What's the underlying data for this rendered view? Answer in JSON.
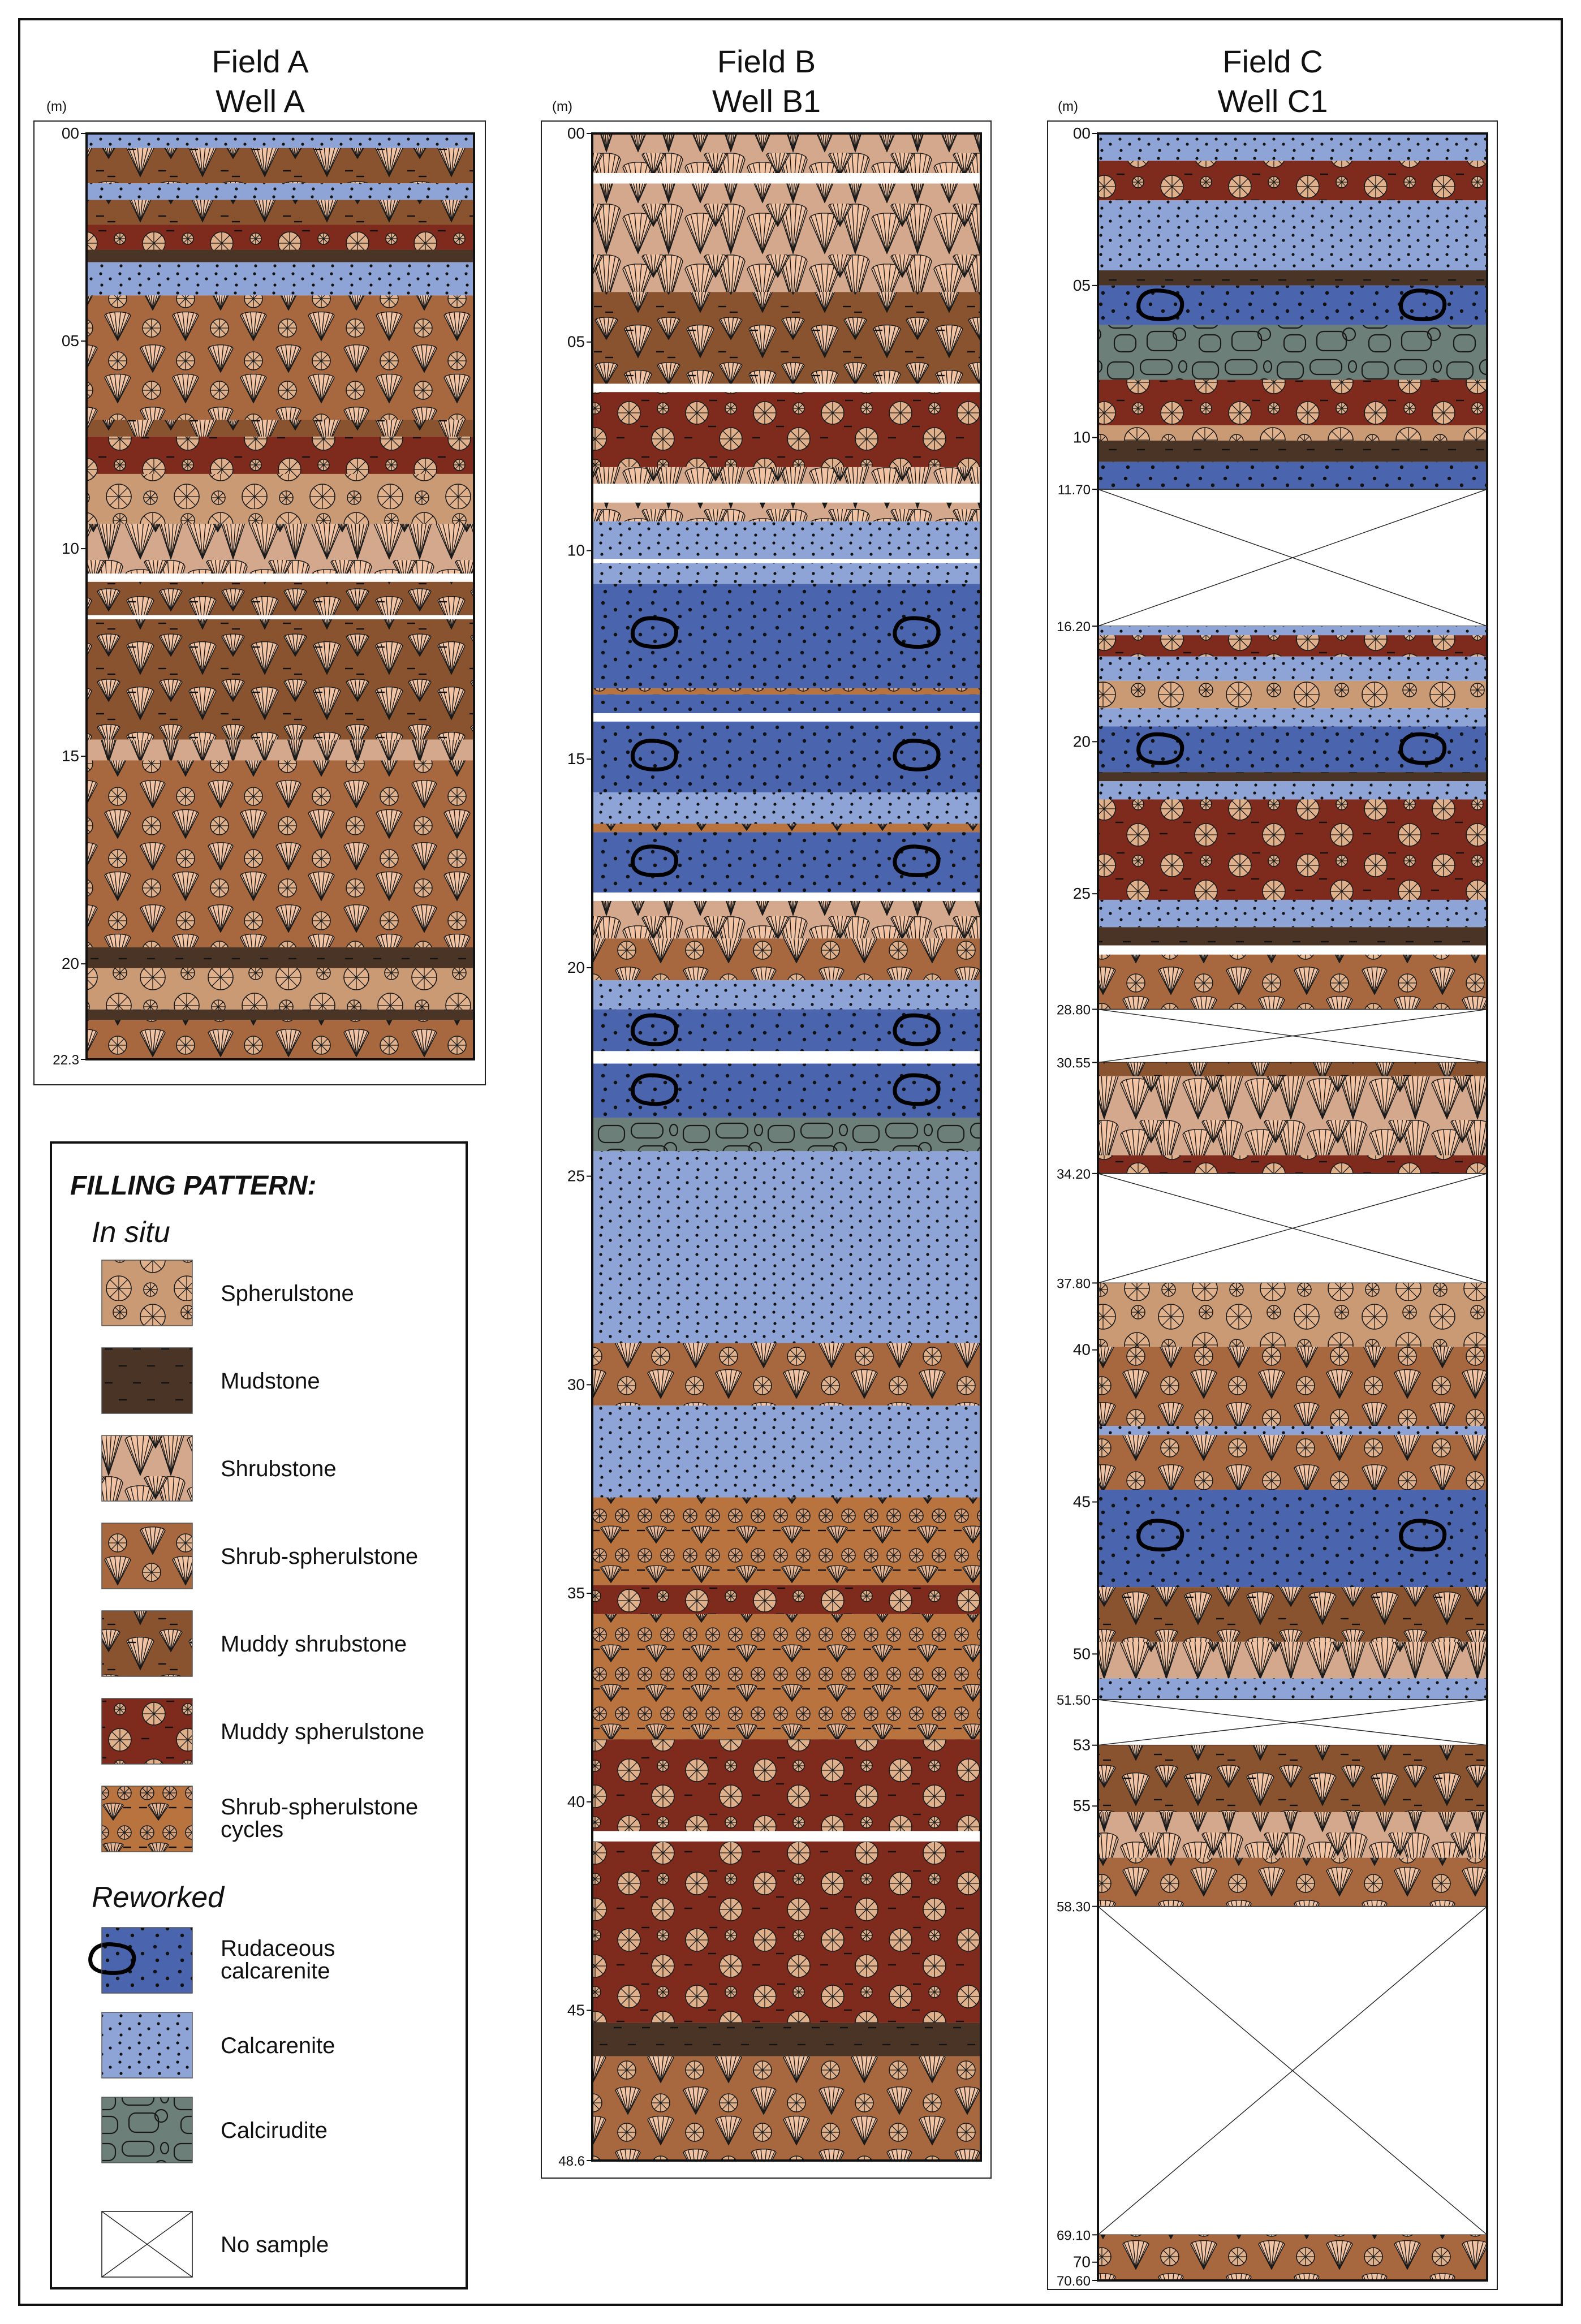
{
  "unit_label": "(m)",
  "colors": {
    "spherulstone": "#c99a73",
    "mudstone": "#4a3426",
    "shrubstone": "#d4a88c",
    "shrub_spherulstone": "#a8683f",
    "muddy_shrubstone": "#8a5330",
    "muddy_spherulstone": "#7e2a1c",
    "cycles": "#b8733f",
    "rudaceous": "#4a64ad",
    "calcarenite": "#8ea3d6",
    "calcirudite": "#6c7f78",
    "none": "#ffffff"
  },
  "wells": [
    {
      "field": "Field A",
      "well": "Well A",
      "ticks": [
        "00",
        "05",
        "10",
        "15",
        "20",
        "22.3"
      ],
      "layers": [
        {
          "top": 0,
          "base": 0.35,
          "lith": "calcarenite"
        },
        {
          "top": 0.35,
          "base": 1.2,
          "lith": "muddy_shrubstone"
        },
        {
          "top": 1.2,
          "base": 1.6,
          "lith": "calcarenite"
        },
        {
          "top": 1.6,
          "base": 2.2,
          "lith": "muddy_shrubstone"
        },
        {
          "top": 2.2,
          "base": 2.8,
          "lith": "muddy_spherulstone"
        },
        {
          "top": 2.8,
          "base": 3.1,
          "lith": "mudstone"
        },
        {
          "top": 3.1,
          "base": 3.9,
          "lith": "calcarenite"
        },
        {
          "top": 3.9,
          "base": 6.9,
          "lith": "shrub_spherulstone"
        },
        {
          "top": 6.9,
          "base": 7.3,
          "lith": "muddy_shrubstone"
        },
        {
          "top": 7.3,
          "base": 8.2,
          "lith": "muddy_spherulstone"
        },
        {
          "top": 8.2,
          "base": 9.4,
          "lith": "spherulstone"
        },
        {
          "top": 9.4,
          "base": 10.6,
          "lith": "shrubstone"
        },
        {
          "top": 10.6,
          "base": 10.8,
          "lith": "none"
        },
        {
          "top": 10.8,
          "base": 11.6,
          "lith": "muddy_shrubstone"
        },
        {
          "top": 11.6,
          "base": 11.7,
          "lith": "none"
        },
        {
          "top": 11.7,
          "base": 14.6,
          "lith": "muddy_shrubstone"
        },
        {
          "top": 14.6,
          "base": 15.1,
          "lith": "shrubstone"
        },
        {
          "top": 15.1,
          "base": 19.6,
          "lith": "shrub_spherulstone"
        },
        {
          "top": 19.6,
          "base": 20.1,
          "lith": "mudstone"
        },
        {
          "top": 20.1,
          "base": 21.1,
          "lith": "spherulstone"
        },
        {
          "top": 21.1,
          "base": 21.35,
          "lith": "mudstone"
        },
        {
          "top": 21.35,
          "base": 22.3,
          "lith": "shrub_spherulstone"
        }
      ]
    },
    {
      "field": "Field B",
      "well": "Well B1",
      "ticks": [
        "00",
        "05",
        "10",
        "15",
        "20",
        "25",
        "30",
        "35",
        "40",
        "45",
        "48.6"
      ],
      "layers": [
        {
          "top": 0,
          "base": 0.95,
          "lith": "shrubstone"
        },
        {
          "top": 0.95,
          "base": 1.2,
          "lith": "none"
        },
        {
          "top": 1.2,
          "base": 3.8,
          "lith": "shrubstone"
        },
        {
          "top": 3.8,
          "base": 6.0,
          "lith": "muddy_shrubstone"
        },
        {
          "top": 6.0,
          "base": 6.2,
          "lith": "none"
        },
        {
          "top": 6.2,
          "base": 8.0,
          "lith": "muddy_spherulstone"
        },
        {
          "top": 8.0,
          "base": 8.4,
          "lith": "shrubstone"
        },
        {
          "top": 8.4,
          "base": 8.85,
          "lith": "none"
        },
        {
          "top": 8.85,
          "base": 9.3,
          "lith": "shrubstone"
        },
        {
          "top": 9.3,
          "base": 10.2,
          "lith": "calcarenite"
        },
        {
          "top": 10.2,
          "base": 10.3,
          "lith": "none"
        },
        {
          "top": 10.3,
          "base": 10.8,
          "lith": "calcarenite"
        },
        {
          "top": 10.8,
          "base": 13.3,
          "lith": "rudaceous"
        },
        {
          "top": 13.3,
          "base": 13.45,
          "lith": "cycles"
        },
        {
          "top": 13.45,
          "base": 13.9,
          "lith": "rudaceous"
        },
        {
          "top": 13.9,
          "base": 14.1,
          "lith": "none"
        },
        {
          "top": 14.1,
          "base": 15.8,
          "lith": "rudaceous"
        },
        {
          "top": 15.8,
          "base": 16.55,
          "lith": "calcarenite"
        },
        {
          "top": 16.55,
          "base": 16.75,
          "lith": "cycles"
        },
        {
          "top": 16.75,
          "base": 18.2,
          "lith": "rudaceous"
        },
        {
          "top": 18.2,
          "base": 18.4,
          "lith": "none"
        },
        {
          "top": 18.4,
          "base": 19.3,
          "lith": "shrubstone"
        },
        {
          "top": 19.3,
          "base": 20.3,
          "lith": "shrub_spherulstone"
        },
        {
          "top": 20.3,
          "base": 21.0,
          "lith": "calcarenite"
        },
        {
          "top": 21.0,
          "base": 22.0,
          "lith": "rudaceous"
        },
        {
          "top": 22.0,
          "base": 22.3,
          "lith": "none"
        },
        {
          "top": 22.3,
          "base": 23.6,
          "lith": "rudaceous"
        },
        {
          "top": 23.6,
          "base": 24.4,
          "lith": "calcirudite"
        },
        {
          "top": 24.4,
          "base": 29.0,
          "lith": "calcarenite"
        },
        {
          "top": 29.0,
          "base": 30.5,
          "lith": "shrub_spherulstone"
        },
        {
          "top": 30.5,
          "base": 32.7,
          "lith": "calcarenite"
        },
        {
          "top": 32.7,
          "base": 34.8,
          "lith": "cycles"
        },
        {
          "top": 34.8,
          "base": 35.5,
          "lith": "muddy_spherulstone"
        },
        {
          "top": 35.5,
          "base": 38.5,
          "lith": "cycles"
        },
        {
          "top": 38.5,
          "base": 40.7,
          "lith": "muddy_spherulstone"
        },
        {
          "top": 40.7,
          "base": 40.95,
          "lith": "none"
        },
        {
          "top": 40.95,
          "base": 45.3,
          "lith": "muddy_spherulstone"
        },
        {
          "top": 45.3,
          "base": 46.1,
          "lith": "mudstone"
        },
        {
          "top": 46.1,
          "base": 48.6,
          "lith": "shrub_spherulstone"
        }
      ]
    },
    {
      "field": "Field C",
      "well": "Well C1",
      "ticks": [
        "00",
        "05",
        "10",
        "11.70",
        "16.20",
        "20",
        "25",
        "28.80",
        "30.55",
        "34.20",
        "37.80",
        "40",
        "45",
        "50",
        "51.50",
        "53",
        "55",
        "58.30",
        "69.10",
        "70",
        "70.60"
      ],
      "layers": [
        {
          "top": 0,
          "base": 0.9,
          "lith": "calcarenite"
        },
        {
          "top": 0.9,
          "base": 2.2,
          "lith": "muddy_spherulstone"
        },
        {
          "top": 2.2,
          "base": 4.5,
          "lith": "calcarenite"
        },
        {
          "top": 4.5,
          "base": 5.0,
          "lith": "mudstone"
        },
        {
          "top": 5.0,
          "base": 6.3,
          "lith": "rudaceous"
        },
        {
          "top": 6.3,
          "base": 8.1,
          "lith": "calcirudite"
        },
        {
          "top": 8.1,
          "base": 9.6,
          "lith": "muddy_spherulstone"
        },
        {
          "top": 9.6,
          "base": 10.1,
          "lith": "spherulstone"
        },
        {
          "top": 10.1,
          "base": 10.8,
          "lith": "mudstone"
        },
        {
          "top": 10.8,
          "base": 11.7,
          "lith": "rudaceous"
        },
        {
          "top": 11.7,
          "base": 16.2,
          "lith": "no_sample"
        },
        {
          "top": 16.2,
          "base": 16.5,
          "lith": "calcarenite"
        },
        {
          "top": 16.5,
          "base": 17.2,
          "lith": "muddy_spherulstone"
        },
        {
          "top": 17.2,
          "base": 18.0,
          "lith": "calcarenite"
        },
        {
          "top": 18.0,
          "base": 18.9,
          "lith": "spherulstone"
        },
        {
          "top": 18.9,
          "base": 19.5,
          "lith": "calcarenite"
        },
        {
          "top": 19.5,
          "base": 21.0,
          "lith": "rudaceous"
        },
        {
          "top": 21.0,
          "base": 21.3,
          "lith": "mudstone"
        },
        {
          "top": 21.3,
          "base": 21.9,
          "lith": "calcarenite"
        },
        {
          "top": 21.9,
          "base": 25.2,
          "lith": "muddy_spherulstone"
        },
        {
          "top": 25.2,
          "base": 26.1,
          "lith": "calcarenite"
        },
        {
          "top": 26.1,
          "base": 26.7,
          "lith": "mudstone"
        },
        {
          "top": 26.7,
          "base": 27.0,
          "lith": "none"
        },
        {
          "top": 27.0,
          "base": 28.8,
          "lith": "shrub_spherulstone"
        },
        {
          "top": 28.8,
          "base": 30.55,
          "lith": "no_sample"
        },
        {
          "top": 30.55,
          "base": 31.0,
          "lith": "muddy_shrubstone"
        },
        {
          "top": 31.0,
          "base": 33.6,
          "lith": "shrubstone"
        },
        {
          "top": 33.6,
          "base": 34.2,
          "lith": "muddy_spherulstone"
        },
        {
          "top": 34.2,
          "base": 37.8,
          "lith": "no_sample"
        },
        {
          "top": 37.8,
          "base": 39.9,
          "lith": "spherulstone"
        },
        {
          "top": 39.9,
          "base": 42.5,
          "lith": "shrub_spherulstone"
        },
        {
          "top": 42.5,
          "base": 42.8,
          "lith": "calcarenite"
        },
        {
          "top": 42.8,
          "base": 44.6,
          "lith": "shrub_spherulstone"
        },
        {
          "top": 44.6,
          "base": 47.8,
          "lith": "rudaceous"
        },
        {
          "top": 47.8,
          "base": 49.6,
          "lith": "muddy_shrubstone"
        },
        {
          "top": 49.6,
          "base": 50.8,
          "lith": "shrubstone"
        },
        {
          "top": 50.8,
          "base": 51.5,
          "lith": "calcarenite"
        },
        {
          "top": 51.5,
          "base": 53.0,
          "lith": "no_sample"
        },
        {
          "top": 53.0,
          "base": 55.2,
          "lith": "muddy_shrubstone"
        },
        {
          "top": 55.2,
          "base": 56.7,
          "lith": "shrubstone"
        },
        {
          "top": 56.7,
          "base": 58.3,
          "lith": "shrub_spherulstone"
        },
        {
          "top": 58.3,
          "base": 69.1,
          "lith": "no_sample"
        },
        {
          "top": 69.1,
          "base": 70.6,
          "lith": "shrub_spherulstone"
        }
      ]
    }
  ],
  "legend": {
    "title": "FILLING PATTERN:",
    "in_situ_heading": "In situ",
    "reworked_heading": "Reworked",
    "in_situ": [
      {
        "lith": "spherulstone",
        "label": "Spherulstone"
      },
      {
        "lith": "mudstone",
        "label": "Mudstone"
      },
      {
        "lith": "shrubstone",
        "label": "Shrubstone"
      },
      {
        "lith": "shrub_spherulstone",
        "label": "Shrub-spherulstone"
      },
      {
        "lith": "muddy_shrubstone",
        "label": "Muddy shrubstone"
      },
      {
        "lith": "muddy_spherulstone",
        "label": "Muddy spherulstone"
      },
      {
        "lith": "cycles",
        "label": "Shrub-spherulstone cycles"
      }
    ],
    "reworked": [
      {
        "lith": "rudaceous",
        "label": "Rudaceous calcarenite"
      },
      {
        "lith": "calcarenite",
        "label": "Calcarenite"
      },
      {
        "lith": "calcirudite",
        "label": "Calcirudite"
      }
    ],
    "no_sample": {
      "lith": "no_sample",
      "label": "No sample"
    }
  }
}
